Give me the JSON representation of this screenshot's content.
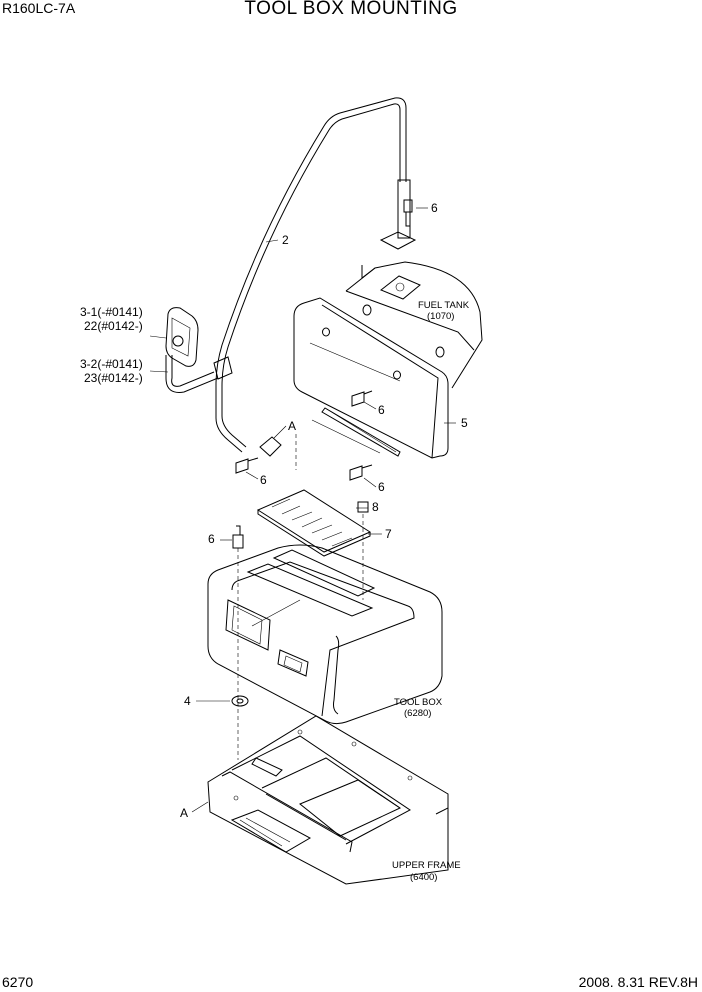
{
  "header": {
    "model": "R160LC-7A",
    "title": "TOOL BOX MOUNTING"
  },
  "footer": {
    "page": "6270",
    "revision": "2008. 8.31  REV.8H"
  },
  "callouts": {
    "c2": "2",
    "c6a": "6",
    "c6b": "6",
    "c6c": "6",
    "c6d": "6",
    "c6e": "6",
    "c5": "5",
    "c7": "7",
    "c8": "8",
    "c4": "4",
    "cA1": "A",
    "cA2": "A",
    "c31": "3-1(-#0141)",
    "c22": "22(#0142-)",
    "c32": "3-2(-#0141)",
    "c23": "23(#0142-)"
  },
  "references": {
    "fuel_tank_name": "FUEL TANK",
    "fuel_tank_code": "(1070)",
    "tool_box_name": "TOOL BOX",
    "tool_box_code": "(6280)",
    "upper_frame_name": "UPPER FRAME",
    "upper_frame_code": "(6400)"
  }
}
